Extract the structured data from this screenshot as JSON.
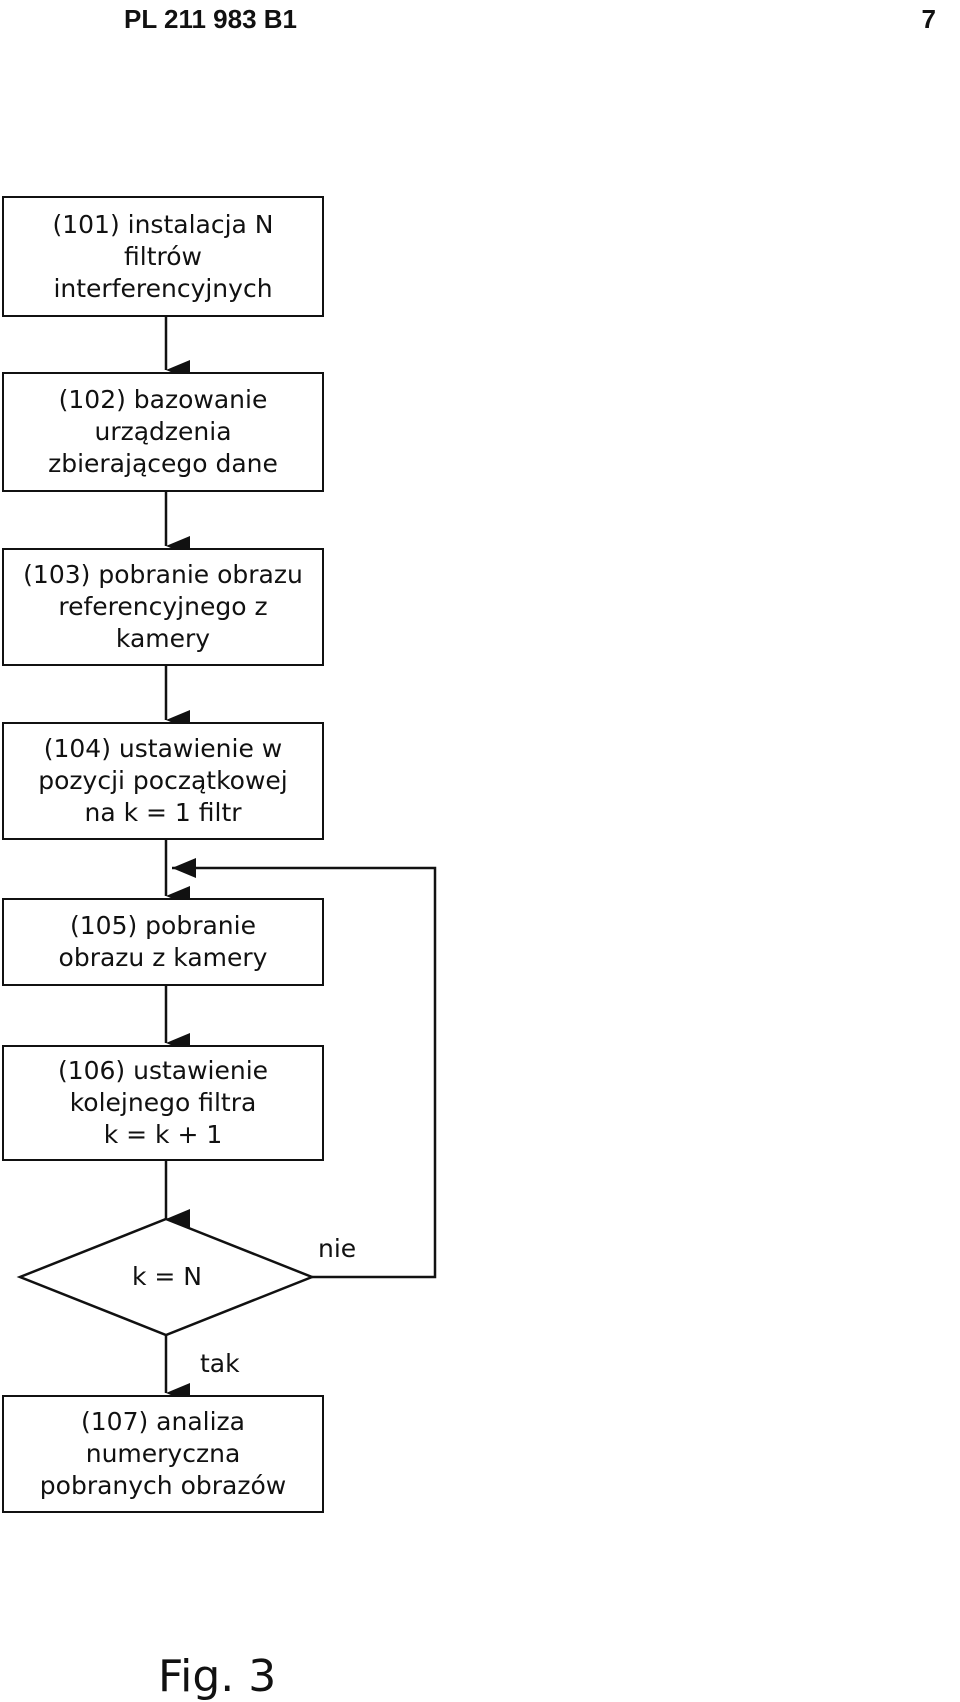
{
  "header": {
    "patent_number": "PL 211 983 B1",
    "page_number": "7"
  },
  "steps": [
    {
      "lines": [
        "(101) instalacja N",
        "filtrów",
        "interferencyjnych"
      ]
    },
    {
      "lines": [
        "(102) bazowanie",
        "urządzenia",
        "zbierającego dane"
      ]
    },
    {
      "lines": [
        "(103) pobranie obrazu",
        "referencyjnego z",
        "kamery"
      ]
    },
    {
      "lines": [
        "(104) ustawienie w",
        "pozycji początkowej",
        "na k = 1 filtr"
      ]
    },
    {
      "lines": [
        "(105) pobranie",
        "obrazu z kamery"
      ]
    },
    {
      "lines": [
        "(106) ustawienie",
        "kolejnego filtra",
        "k = k + 1"
      ]
    },
    {
      "lines": [
        "(107) analiza",
        "numeryczna",
        "pobranych obrazów"
      ]
    }
  ],
  "decision": {
    "condition": "k = N",
    "no_label": "nie",
    "yes_label": "tak"
  },
  "figure_caption": "Fig. 3"
}
